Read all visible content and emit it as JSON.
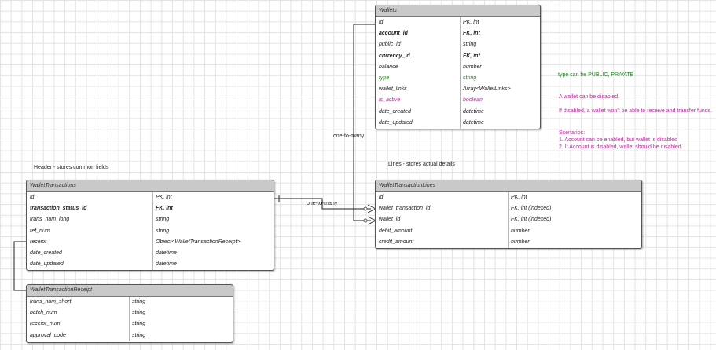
{
  "labels": {
    "header_note": "Header - stores common fields",
    "lines_note": "Lines - stores actual details",
    "rel_wallets": "one-to-many",
    "rel_transactions": "one-to-many"
  },
  "notes": {
    "type_note": "type can be PUBLIC, PRIVATE",
    "disabled_1": "A wallet can be disabled.",
    "disabled_2": "If disabled, a wallet won't be able to receive and transfer funds.",
    "scenarios_title": "Scenarios:",
    "scenario_1": "1. Account can be enabled, but wallet is disabled",
    "scenario_2": "2. If Account is disabled, wallet should be disabled."
  },
  "wallets": {
    "title": "Wallets",
    "rows": [
      {
        "name": "id",
        "type": "PK, int",
        "bold": false,
        "color": ""
      },
      {
        "name": "account_id",
        "type": "FK, int",
        "bold": true,
        "color": ""
      },
      {
        "name": "public_id",
        "type": "string",
        "bold": false,
        "color": ""
      },
      {
        "name": "currency_id",
        "type": "FK, int",
        "bold": true,
        "color": ""
      },
      {
        "name": "balance",
        "type": "number",
        "bold": false,
        "color": ""
      },
      {
        "name": "type",
        "type": "string",
        "bold": false,
        "color": "green"
      },
      {
        "name": "wallet_links",
        "type": "Array<WalletLinks>",
        "bold": false,
        "color": ""
      },
      {
        "name": "is_active",
        "type": "boolean",
        "bold": false,
        "color": "pink"
      },
      {
        "name": "date_created",
        "type": "datetime",
        "bold": false,
        "color": ""
      },
      {
        "name": "date_updated",
        "type": "datetime",
        "bold": false,
        "color": ""
      }
    ]
  },
  "wallet_transactions": {
    "title": "WalletTransactions",
    "rows": [
      {
        "name": "id",
        "type": "PK, int",
        "bold": false,
        "color": ""
      },
      {
        "name": "transaction_status_id",
        "type": "FK, int",
        "bold": true,
        "color": ""
      },
      {
        "name": "trans_num_long",
        "type": "string",
        "bold": false,
        "color": ""
      },
      {
        "name": "ref_num",
        "type": "string",
        "bold": false,
        "color": ""
      },
      {
        "name": "receipt",
        "type": "Object<WalletTransactionReceipt>",
        "bold": false,
        "color": ""
      },
      {
        "name": "date_created",
        "type": "datetime",
        "bold": false,
        "color": ""
      },
      {
        "name": "date_updated",
        "type": "datetime",
        "bold": false,
        "color": ""
      }
    ]
  },
  "wallet_transaction_lines": {
    "title": "WalletTransactionLines",
    "rows": [
      {
        "name": "id",
        "type": "PK, int",
        "bold": false,
        "color": ""
      },
      {
        "name": "wallet_transaction_id",
        "type": "FK, int (indexed)",
        "bold": false,
        "color": ""
      },
      {
        "name": "wallet_id",
        "type": "FK, int (indexed)",
        "bold": false,
        "color": ""
      },
      {
        "name": "debit_amount",
        "type": "number",
        "bold": false,
        "color": ""
      },
      {
        "name": "credit_amount",
        "type": "number",
        "bold": false,
        "color": ""
      }
    ]
  },
  "wallet_transaction_receipt": {
    "title": "WalletTransactionReceipt",
    "rows": [
      {
        "name": "trans_num_short",
        "type": "string",
        "bold": false,
        "color": ""
      },
      {
        "name": "batch_num",
        "type": "string",
        "bold": false,
        "color": ""
      },
      {
        "name": "receipt_num",
        "type": "string",
        "bold": false,
        "color": ""
      },
      {
        "name": "approval_code",
        "type": "string",
        "bold": false,
        "color": ""
      }
    ]
  }
}
